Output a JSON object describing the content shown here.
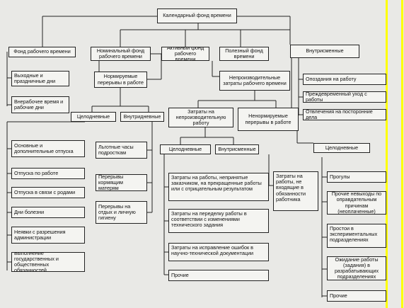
{
  "highlight_color": "#ffff00",
  "line_color": "#222222",
  "nodes": {
    "root": "Календарный фонд времени",
    "fond_rabochego": "Фонд рабочего времени",
    "nominalny": "Номинальный фонд рабочего времени",
    "aktivny": "Активный фонд рабочего времени",
    "polezny": "Полезный фонд времени",
    "vnutrismennye_top": "Внутрисменные",
    "vyhodnye": "Выходные и праздничные дни",
    "vnerabochee": "Внерабочее время и рабочие дни",
    "normiruemye": "Нормируемые перерывы в работе",
    "neproizvoditelnye": "Непроизводительные затраты рабочего времени",
    "opozdaniya": "Опоздания на работу",
    "prezhdevremenny": "Преждевременный уход с работы",
    "otvlecheniya": "Отвлечения на посторонние дела",
    "celodnevnye_1": "Целодневные",
    "vnutridnevnye": "Внутридневные",
    "zatraty_neproiz": "Затраты на непроизводительную работу",
    "nenormiruemye": "Ненормируемые перерывы в работе",
    "osnovnye_otpuska": "Основные и дополнительные отпуска",
    "otpuska_po_rabote": "Отпуска по работе",
    "otpuska_rody": "Отпуска в связи с родами",
    "dni_bolezni": "Дни болезни",
    "neyavki": "Неявки с разрешения администрации",
    "vypolnenie": "Выполнение государственных и общественных обязанностей",
    "lgotnye": "Льготные часы подросткам",
    "pereryvy_kormyaschim": "Перерывы кормящим матерям",
    "pereryvy_otdyh": "Перерывы на отдых и личную гигиену",
    "celodnevnye_2": "Целодневные",
    "vnutrismennye_2": "Внутрисменные",
    "celodnevnye_3": "Целодневные",
    "zatraty_raboty": "Затраты на работы, непринятые заказчиком, на прекращенные работы или с отрицательным результатом",
    "zatraty_peredelku": "Затраты на переделку работы в соответствии с изменениями технического задания",
    "zatraty_ispravlenie": "Затраты на исправление ошибок в научно-технической документации",
    "prochie_1": "Прочие",
    "zatraty_ne_vhodyaschie": "Затраты на работы, не входящие в обязанности работника",
    "progulы": "Прогулы",
    "prochie_nevyhody": "Прочие невыходы по оправдательным причинам (неоплаченные)",
    "prostoi": "Простои в экспериментальных подразделениях",
    "ozhidanie": "Ожидание работы (задания) в разрабатывающих подразделениях",
    "prochie_2": "Прочие"
  }
}
